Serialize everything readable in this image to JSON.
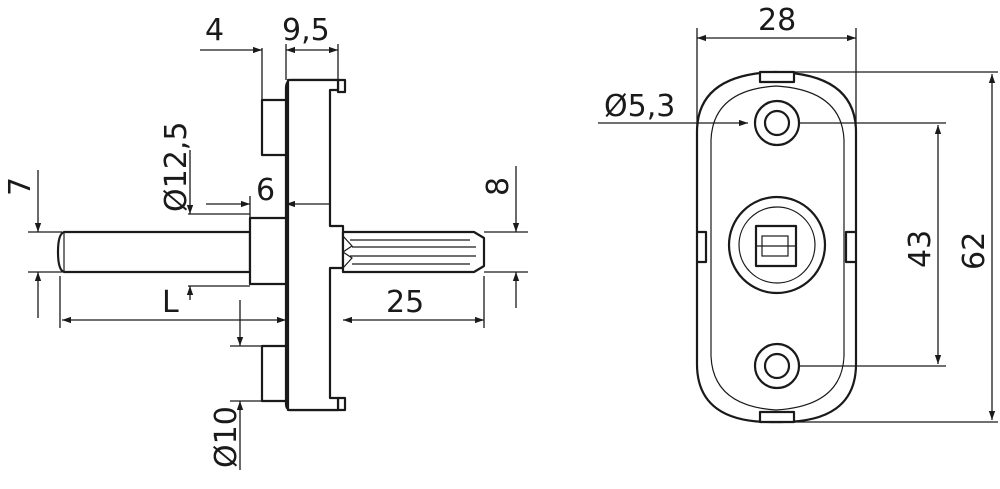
{
  "side_view": {
    "dim_4": "4",
    "dim_9_5": "9,5",
    "dim_dia_12_5": "Ø12,5",
    "dim_7": "7",
    "dim_6": "6",
    "dim_8": "8",
    "dim_L": "L",
    "dim_25": "25",
    "dim_dia_10": "Ø10"
  },
  "front_view": {
    "dim_28": "28",
    "dim_dia_5_3": "Ø5,3",
    "dim_43": "43",
    "dim_62": "62"
  }
}
